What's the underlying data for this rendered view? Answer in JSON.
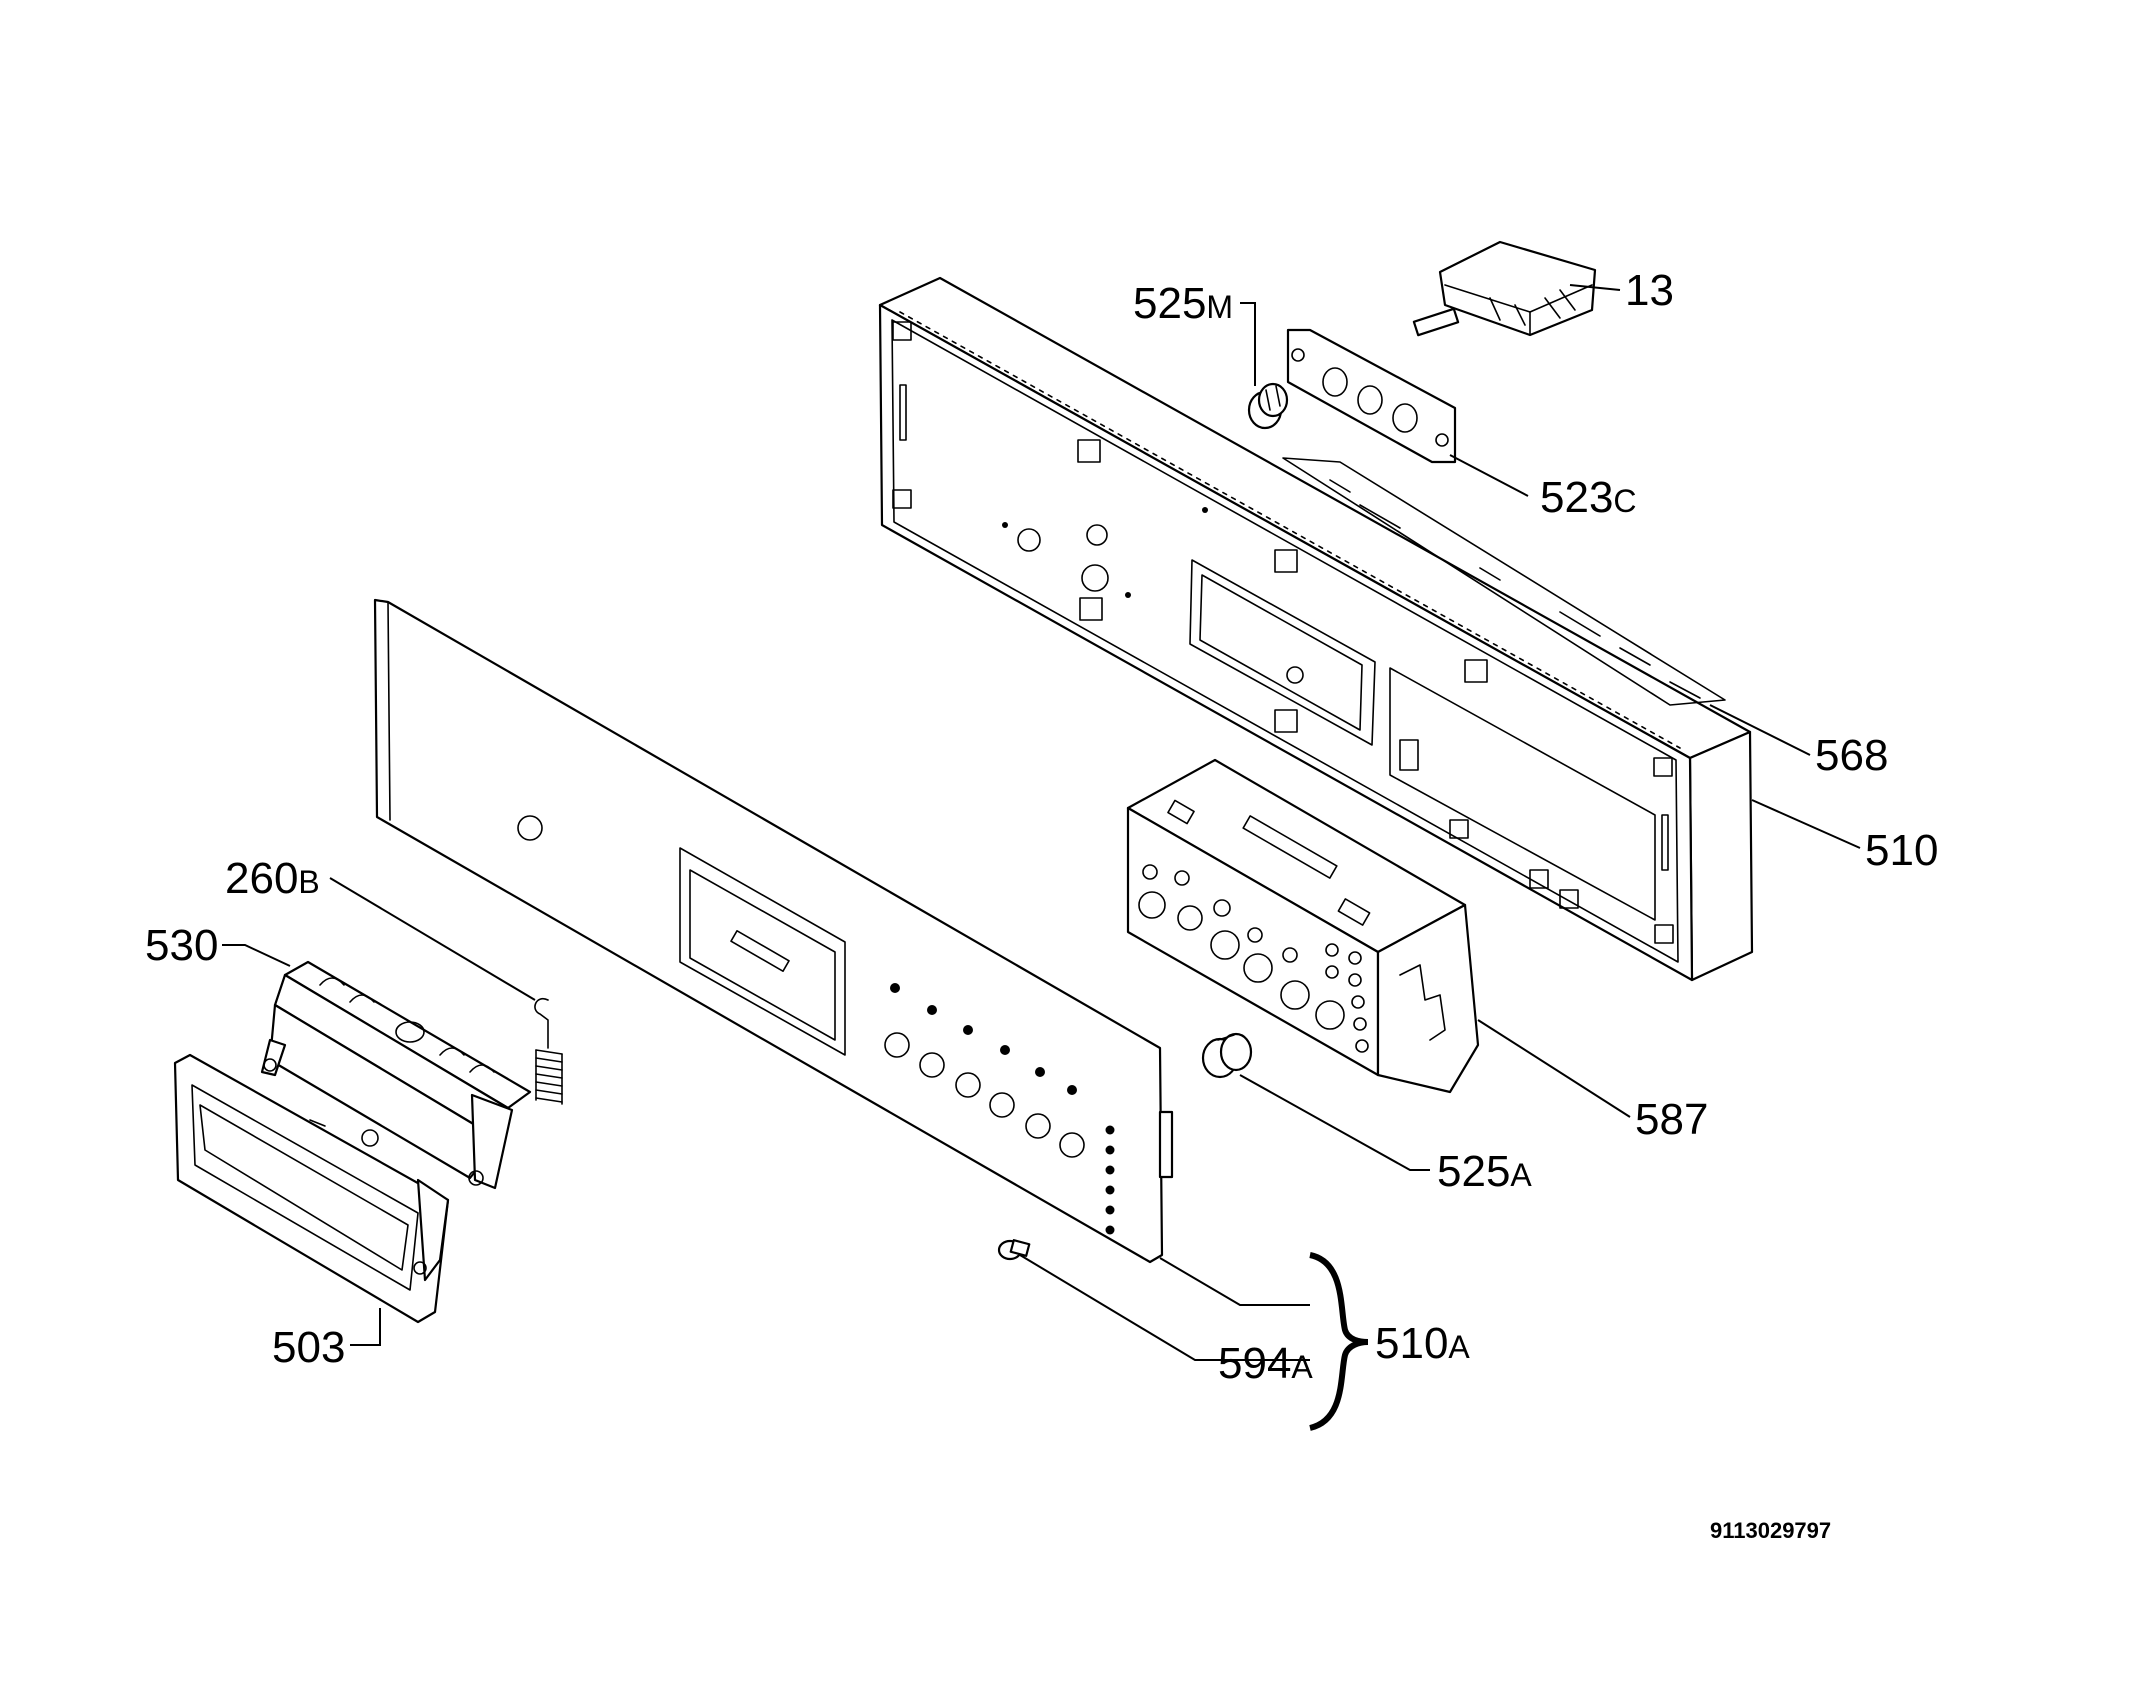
{
  "diagram": {
    "document_number": "9113029797",
    "callouts": [
      {
        "id": "525m",
        "number": "525",
        "suffix": "M"
      },
      {
        "id": "13",
        "number": "13",
        "suffix": ""
      },
      {
        "id": "523c",
        "number": "523",
        "suffix": "C"
      },
      {
        "id": "568",
        "number": "568",
        "suffix": ""
      },
      {
        "id": "510",
        "number": "510",
        "suffix": ""
      },
      {
        "id": "260b",
        "number": "260",
        "suffix": "B"
      },
      {
        "id": "530",
        "number": "530",
        "suffix": ""
      },
      {
        "id": "587",
        "number": "587",
        "suffix": ""
      },
      {
        "id": "525a",
        "number": "525",
        "suffix": "A"
      },
      {
        "id": "510a",
        "number": "510",
        "suffix": "A"
      },
      {
        "id": "594a",
        "number": "594",
        "suffix": "A"
      },
      {
        "id": "503",
        "number": "503",
        "suffix": ""
      }
    ]
  }
}
